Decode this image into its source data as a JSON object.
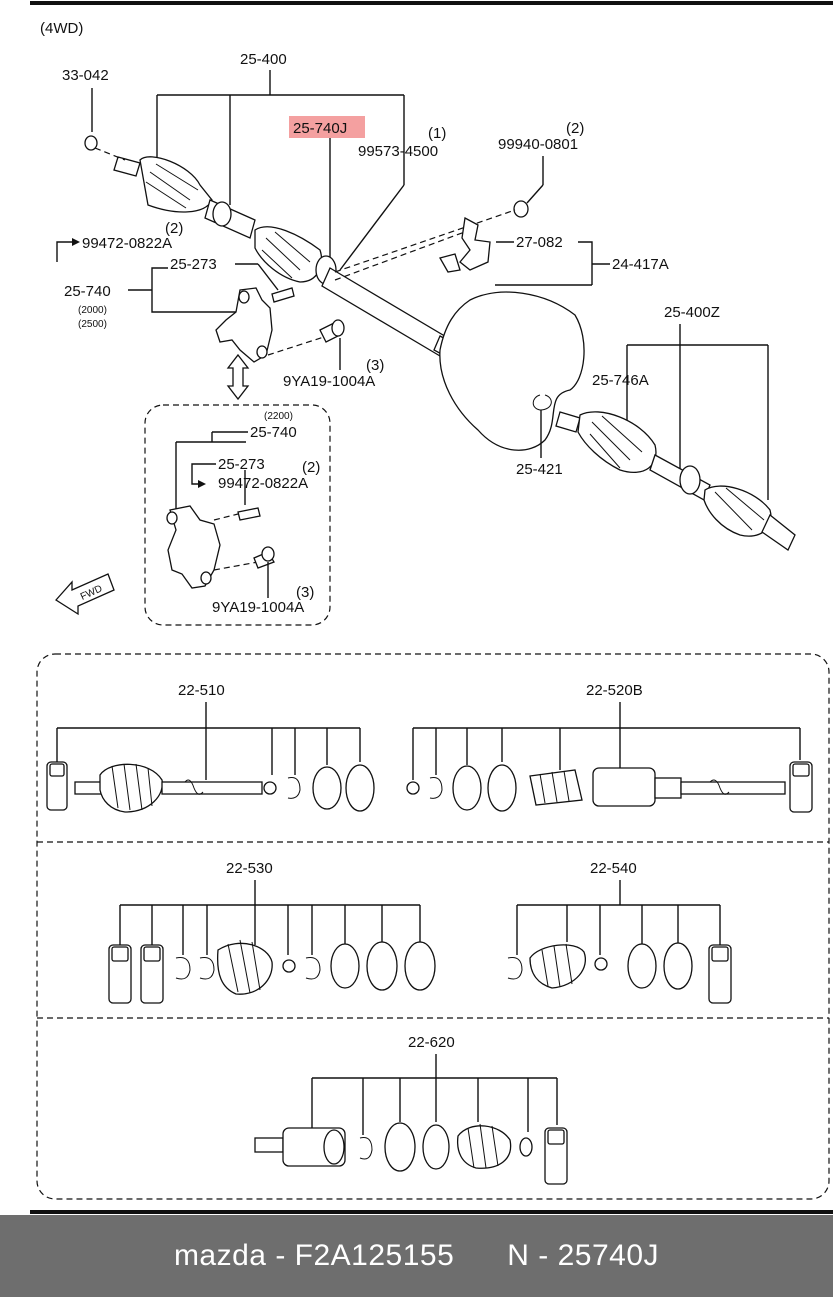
{
  "header": {
    "variant_label": "(4WD)"
  },
  "highlight": {
    "part": "25-740J",
    "color": "#f4a0a0"
  },
  "upper_assembly": {
    "labels": {
      "p33042": "33-042",
      "p25400": "25-400",
      "p25740J": "25-740J",
      "q1": "(1)",
      "p99573": "99573-4500",
      "q2a": "(2)",
      "p99940": "99940-0801",
      "q2b": "(2)",
      "p99472": "99472-0822A",
      "p27082": "27-082",
      "p24417A": "24-417A",
      "p25273": "25-273",
      "p25740": "25-740",
      "s2000": "(2000)",
      "s2500": "(2500)",
      "q3a": "(3)",
      "p9YA19": "9YA19-1004A",
      "p25400Z": "25-400Z",
      "p25746A": "25-746A",
      "p25421": "25-421"
    }
  },
  "inset": {
    "code": "(2200)",
    "labels": {
      "p25740": "25-740",
      "p25273": "25-273",
      "q2": "(2)",
      "p99472": "99472-0822A",
      "q3": "(3)",
      "p9YA19": "9YA19-1004A"
    },
    "fwd_label": "FWD"
  },
  "kits": [
    {
      "id": "22-510"
    },
    {
      "id": "22-520B"
    },
    {
      "id": "22-530"
    },
    {
      "id": "22-540"
    },
    {
      "id": "22-620"
    }
  ],
  "footer": {
    "brand_part": "mazda - F2A125155",
    "ref": "N - 25740J"
  }
}
